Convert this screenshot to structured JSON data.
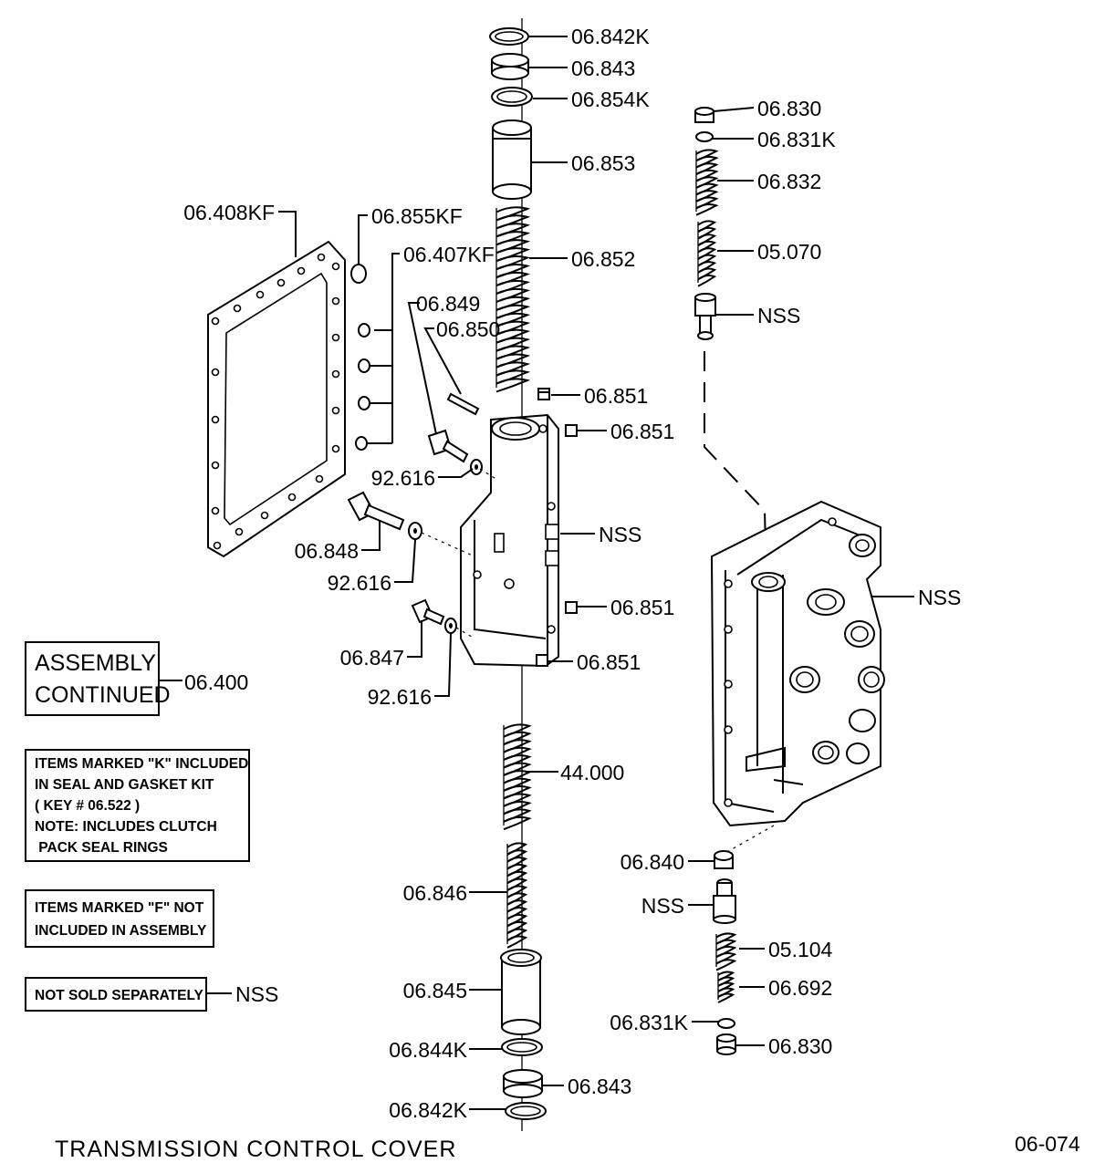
{
  "title": "TRANSMISSION CONTROL COVER",
  "figure_number": "06-074",
  "legend": {
    "assembly_line1": "ASSEMBLY",
    "assembly_line2": "CONTINUED",
    "assembly_ref": "06.400",
    "kit_note": [
      "ITEMS MARKED \"K\" INCLUDED",
      "IN SEAL AND GASKET KIT",
      "( KEY # 06.522 )",
      "NOTE: INCLUDES CLUTCH",
      " PACK SEAL RINGS"
    ],
    "f_note": [
      "ITEMS MARKED \"F\" NOT",
      "INCLUDED IN ASSEMBLY"
    ],
    "nss_note": "NOT SOLD SEPARATELY",
    "nss_abbr": "NSS"
  },
  "callouts": {
    "c_06842k_top": "06.842K",
    "c_06843_top": "06.843",
    "c_06854k": "06.854K",
    "c_06853": "06.853",
    "c_06852": "06.852",
    "c_06851_a": "06.851",
    "c_06851_b": "06.851",
    "c_06851_c": "06.851",
    "c_06851_d": "06.851",
    "c_nss_body": "NSS",
    "c_06408kf": "06.408KF",
    "c_06855kf": "06.855KF",
    "c_06407kf": "06.407KF",
    "c_06849": "06.849",
    "c_06850": "06.850",
    "c_92616_a": "92.616",
    "c_06848": "06.848",
    "c_92616_b": "92.616",
    "c_06847": "06.847",
    "c_92616_c": "92.616",
    "c_44000": "44.000",
    "c_06846": "06.846",
    "c_06845": "06.845",
    "c_06844k": "06.844K",
    "c_06843_bot": "06.843",
    "c_06842k_bot": "06.842K",
    "c_06830_top": "06.830",
    "c_06831k_top": "06.831K",
    "c_06832": "06.832",
    "c_05070": "05.070",
    "c_nss_plunger": "NSS",
    "c_nss_cover": "NSS",
    "c_06840": "06.840",
    "c_nss_valve": "NSS",
    "c_05104": "05.104",
    "c_06692": "06.692",
    "c_06831k_bot": "06.831K",
    "c_06830_bot": "06.830"
  }
}
